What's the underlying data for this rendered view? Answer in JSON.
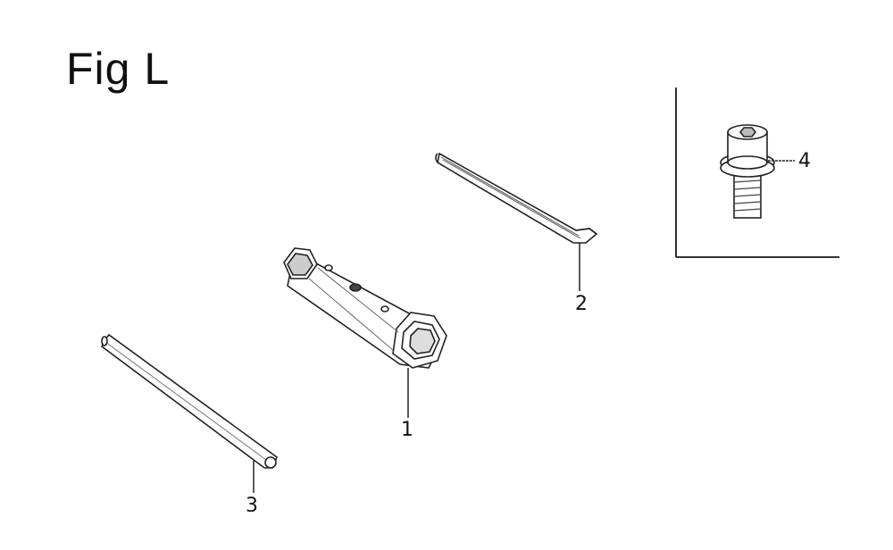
{
  "figure": {
    "title": "Fig L"
  },
  "parts": [
    {
      "callout": "1",
      "icon": "box-wrench-icon"
    },
    {
      "callout": "2",
      "icon": "hex-key-icon"
    },
    {
      "callout": "3",
      "icon": "tommy-bar-icon"
    },
    {
      "callout": "4",
      "icon": "socket-head-bolt-icon"
    }
  ],
  "colors": {
    "line": "#222222",
    "fill": "#ffffff",
    "shade": "#999999"
  }
}
